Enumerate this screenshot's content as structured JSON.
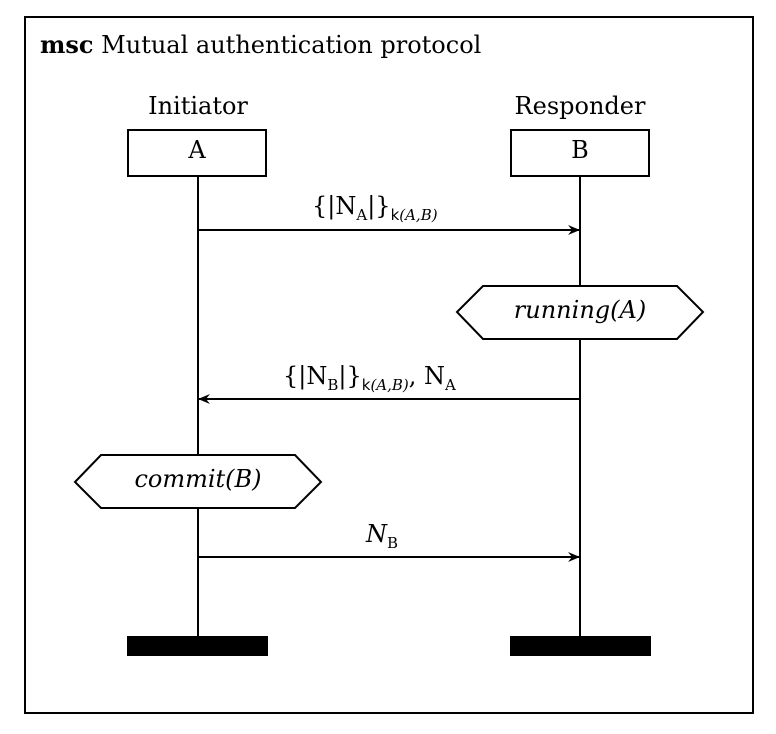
{
  "title": {
    "keyword": "msc",
    "text": "Mutual authentication protocol"
  },
  "instances": [
    {
      "role": "Initiator",
      "name": "A"
    },
    {
      "role": "Responder",
      "name": "B"
    }
  ],
  "messages": [
    {
      "from": "A",
      "to": "B",
      "label_main": "{|N",
      "label_sub": "A",
      "label_close": "|}",
      "key_prefix": "k",
      "key_args": "(A,B)",
      "label_tail": ""
    },
    {
      "from": "B",
      "to": "A",
      "label_main": "{|N",
      "label_sub": "B",
      "label_close": "|}",
      "key_prefix": "k",
      "key_args": "(A,B)",
      "label_tail": ", N",
      "tail_sub": "A"
    },
    {
      "from": "A",
      "to": "B",
      "label_main": "N",
      "label_sub": "B"
    }
  ],
  "actions": [
    {
      "instance": "B",
      "label": "running(A)"
    },
    {
      "instance": "A",
      "label": "commit(B)"
    }
  ]
}
